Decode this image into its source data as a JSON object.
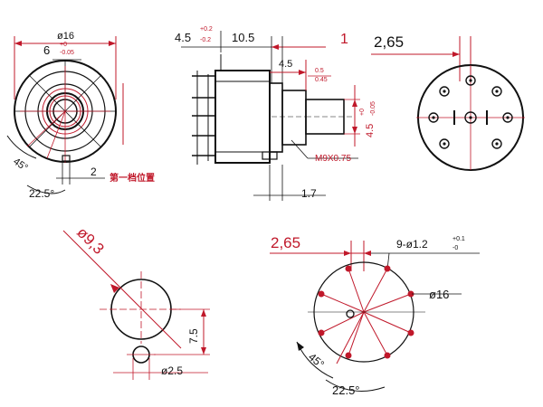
{
  "labels": {
    "phi16_top": "ø16",
    "tol_top_up": "+0",
    "tol_top_down": "-0.05",
    "six": "6",
    "deg45_top": "45°",
    "two": "2",
    "first_position": "第一档位置",
    "deg22_top": "22.5°",
    "side_45": "4.5",
    "side_45_up": "+0.2",
    "side_45_down": "-0.2",
    "side_105": "10.5",
    "side_1": "1",
    "side_45_mid": "4.5",
    "side_tiny_up": "0.5",
    "side_tiny_down": "0.45",
    "side_vert_45": "4.5",
    "side_vert_tol_up": "+0",
    "side_vert_tol_down": "-0.05",
    "thread": "M9X0.75",
    "side_17": "1.7",
    "right_265": "2,65",
    "phi93": "ø9,3",
    "dim_75": "7.5",
    "phi25": "ø2.5",
    "pcb_265": "2,65",
    "holes": "9-ø1.2",
    "holes_up": "+0.1",
    "holes_down": "-0",
    "phi16_pcb": "ø16",
    "deg45_pcb": "45°",
    "deg22_pcb": "22.5°"
  },
  "colors": {
    "dimension": "#c0182a",
    "outline": "#111111"
  }
}
